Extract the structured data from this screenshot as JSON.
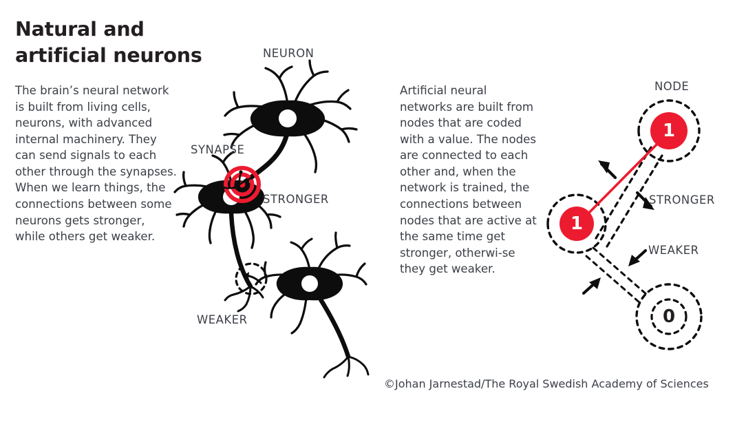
{
  "title": "Natural and\nartificial neurons",
  "colors": {
    "red": "#ed1b2f",
    "ink": "#231f20",
    "body_text": "#3b3f46",
    "background": "#ffffff"
  },
  "left_panel": {
    "paragraph": "The brain’s neural network is built from living cells, neurons, with advanced internal machinery. They can send signals to each other through the synapses. When we learn things, the connections between some neurons gets stronger, while others get weaker.",
    "diagram": {
      "name": "natural-neuron-diagram",
      "labels": {
        "neuron": "NEURON",
        "synapse": "SYNAPSE",
        "stronger": "STRONGER",
        "weaker": "WEAKER"
      },
      "elements": [
        {
          "id": "neuron-top",
          "type": "neuron-cell",
          "description": "black soma with white nucleus and branching dendrites"
        },
        {
          "id": "neuron-middle",
          "type": "neuron-cell",
          "description": "black soma with white nucleus and branching dendrites"
        },
        {
          "id": "neuron-bottom",
          "type": "neuron-cell",
          "description": "black soma with white nucleus and branching dendrites"
        },
        {
          "id": "synapse-strong",
          "type": "red-bullseye",
          "description": "concentric red rings marking a strengthened synapse"
        },
        {
          "id": "synapse-weak",
          "type": "dashed-circle-arrow",
          "description": "dashed circle with small arrow marking a weakened synapse"
        }
      ]
    }
  },
  "right_panel": {
    "paragraph": "Artificial neural networks are built from nodes that are coded with a value. The nodes are connected to each other and, when the network is trained, the connections between nodes that are active at the same time get stronger, otherwi-se they get weaker.",
    "diagram": {
      "name": "artificial-node-diagram",
      "labels": {
        "node": "NODE",
        "stronger": "STRONGER",
        "weaker": "WEAKER"
      },
      "nodes": [
        {
          "id": "node-top-right",
          "value": "1",
          "state": "active",
          "fill": "#ed1b2f",
          "text_color": "#ffffff"
        },
        {
          "id": "node-left",
          "value": "1",
          "state": "active",
          "fill": "#ed1b2f",
          "text_color": "#ffffff"
        },
        {
          "id": "node-bottom-right",
          "value": "0",
          "state": "inactive",
          "fill": "none",
          "text_color": "#231f20"
        }
      ],
      "connections": [
        {
          "id": "connection-stronger",
          "from": "node-left",
          "to": "node-top-right",
          "strength": "stronger",
          "style": "solid-red-thick",
          "arrows": "outward"
        },
        {
          "id": "connection-weaker",
          "from": "node-left",
          "to": "node-bottom-right",
          "strength": "weaker",
          "style": "dashed-thin",
          "arrows": "inward"
        }
      ]
    }
  },
  "credit": "©Johan Jarnestad/The Royal Swedish Academy of Sciences"
}
